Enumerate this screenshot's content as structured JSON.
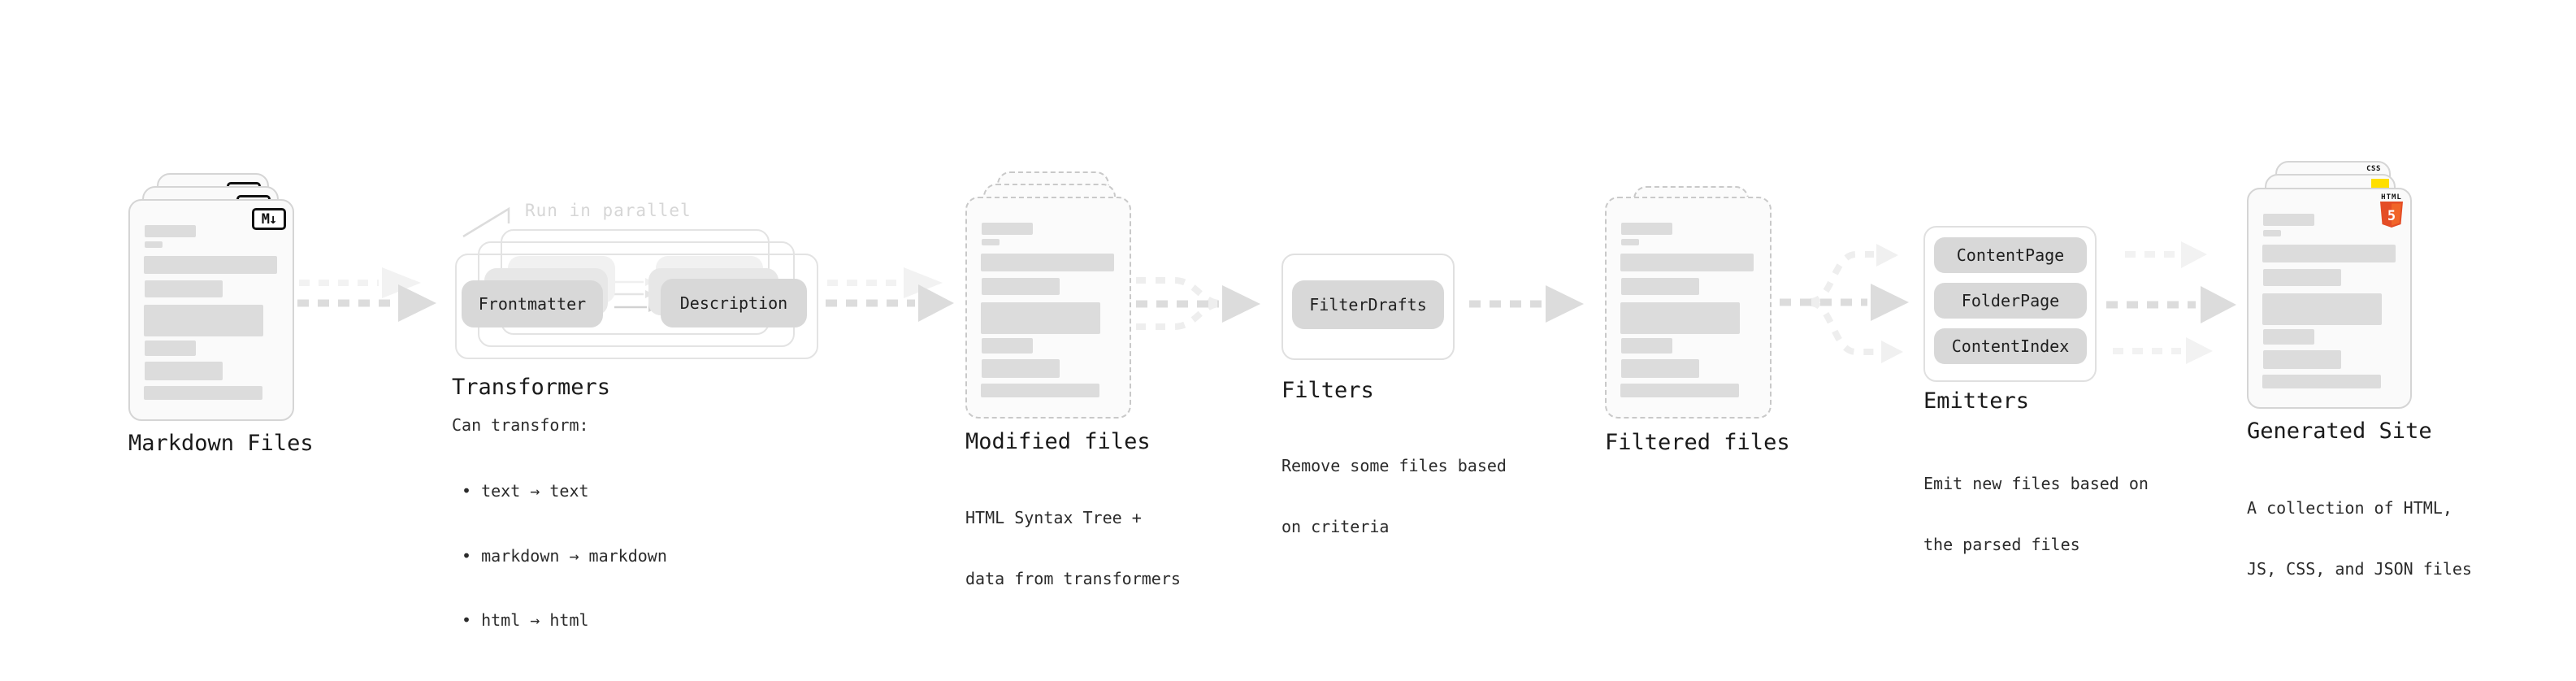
{
  "stages": {
    "markdown": {
      "label": "Markdown Files",
      "badge": "M↓"
    },
    "transformers": {
      "label": "Transformers",
      "parallel_note": "Run in parallel",
      "frontmatter_button": "Frontmatter",
      "description_button": "Description",
      "note_heading": "Can transform:",
      "bullets": [
        "• text → text",
        "• markdown → markdown",
        "• html → html"
      ]
    },
    "modified": {
      "label": "Modified files",
      "line1": "HTML Syntax Tree +",
      "line2": "data from transformers"
    },
    "filters": {
      "label": "Filters",
      "button": "FilterDrafts",
      "line1": "Remove some files based",
      "line2": "on criteria"
    },
    "filtered": {
      "label": "Filtered files"
    },
    "emitters": {
      "label": "Emitters",
      "buttons": [
        "ContentPage",
        "FolderPage",
        "ContentIndex"
      ],
      "line1": "Emit new files based on",
      "line2": "the parsed files"
    },
    "generated": {
      "label": "Generated Site",
      "line1": "A collection of HTML,",
      "line2": "JS, CSS, and JSON files",
      "css_badge": "CSS",
      "html_badge_word": "HTML",
      "html_badge_five": "5"
    }
  },
  "colors": {
    "html5_orange": "#E44D26",
    "html5_orange_light": "#F16529",
    "js_yellow": "#FFDF00",
    "css_blue": "#2962FF",
    "arrow_gray": "#dcdcdc",
    "arrow_ghost_gray": "#f1f1f1"
  }
}
